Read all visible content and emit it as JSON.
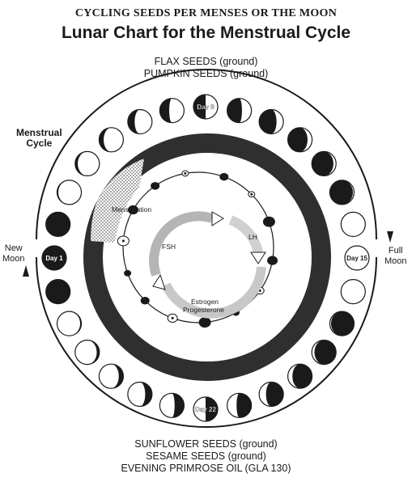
{
  "header": {
    "banner": "CYCLING SEEDS PER MENSES OR THE MOON",
    "title": "Lunar Chart for the Menstrual Cycle"
  },
  "top_seeds": [
    "FLAX SEEDS (ground)",
    "PUMPKIN SEEDS (ground)"
  ],
  "bottom_seeds": [
    "SUNFLOWER SEEDS (ground)",
    "SESAME SEEDS (ground)",
    "EVENING PRIMROSE OIL (GLA 130)"
  ],
  "labels": {
    "menstrual_cycle": [
      "Menstrual",
      "Cycle"
    ],
    "new_moon": [
      "New",
      "Moon"
    ],
    "full_moon": [
      "Full",
      "Moon"
    ]
  },
  "day_markers": {
    "day1": "Day 1",
    "day8": "Day 8",
    "day15": "Day 15",
    "day22": "Day 22"
  },
  "inner_labels": {
    "menstruation": "Menstruation",
    "fsh": "FSH",
    "lh": "LH",
    "estrogen": "Estrogen",
    "progesterone": "Progesterone"
  },
  "moon_phase_count": 28,
  "colors": {
    "ink": "#1a1a1a",
    "band": "#2f2f2f",
    "stipple": "#8c8c8c",
    "paper": "#ffffff"
  }
}
